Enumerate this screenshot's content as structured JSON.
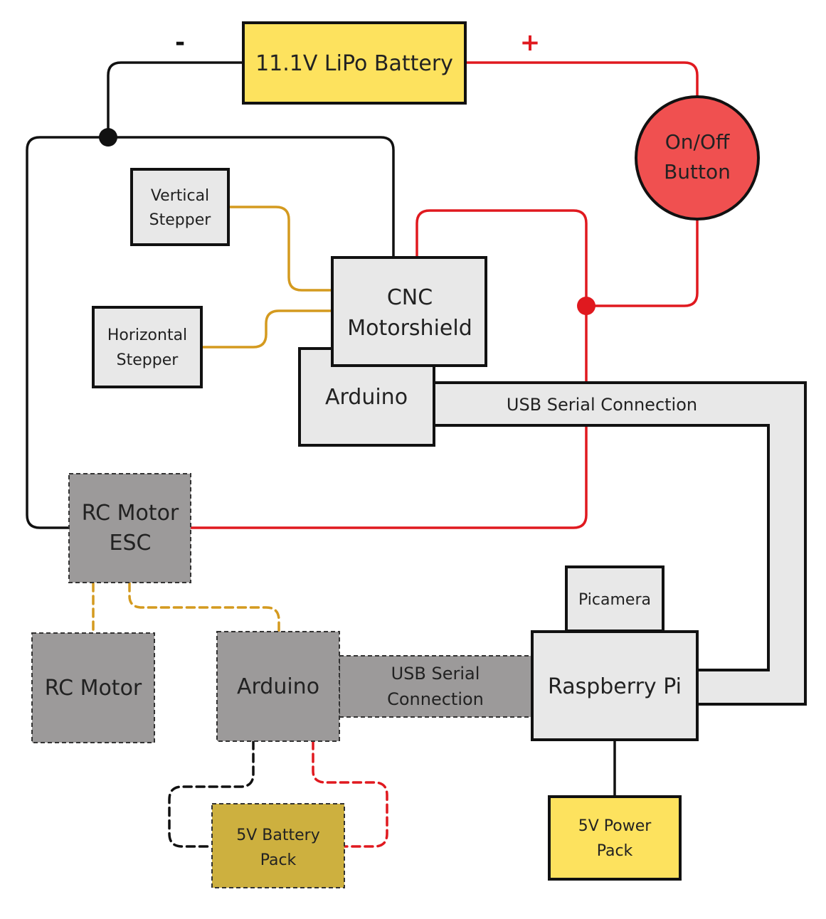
{
  "battery": {
    "label": "11.1V LiPo Battery",
    "neg": "-",
    "pos": "+"
  },
  "switch": {
    "lines": [
      "On/Off",
      "Button"
    ]
  },
  "vertical_stepper": {
    "lines": [
      "Vertical",
      "Stepper"
    ]
  },
  "horizontal_stepper": {
    "lines": [
      "Horizontal",
      "Stepper"
    ]
  },
  "cnc": {
    "lines": [
      "CNC",
      "Motorshield"
    ]
  },
  "arduino_top": {
    "label": "Arduino"
  },
  "usb_top": {
    "label": "USB Serial Connection"
  },
  "esc": {
    "lines": [
      "RC Motor",
      "ESC"
    ]
  },
  "rc_motor": {
    "label": "RC Motor"
  },
  "arduino_bottom": {
    "label": "Arduino"
  },
  "usb_bottom": {
    "lines": [
      "USB Serial",
      "Connection"
    ]
  },
  "picamera": {
    "label": "Picamera"
  },
  "raspberry_pi": {
    "label": "Raspberry Pi"
  },
  "battery_pack": {
    "lines": [
      "5V Battery",
      "Pack"
    ]
  },
  "power_pack": {
    "lines": [
      "5V Power",
      "Pack"
    ]
  },
  "colors": {
    "wire_black": "#111111",
    "wire_red": "#e0191f",
    "wire_signal": "#d49a1f",
    "box_light": "#e8e8e8",
    "box_dark": "#9c9a9a",
    "yellow": "#fde25e",
    "gold": "#cdb03f",
    "button_red": "#f05050"
  }
}
